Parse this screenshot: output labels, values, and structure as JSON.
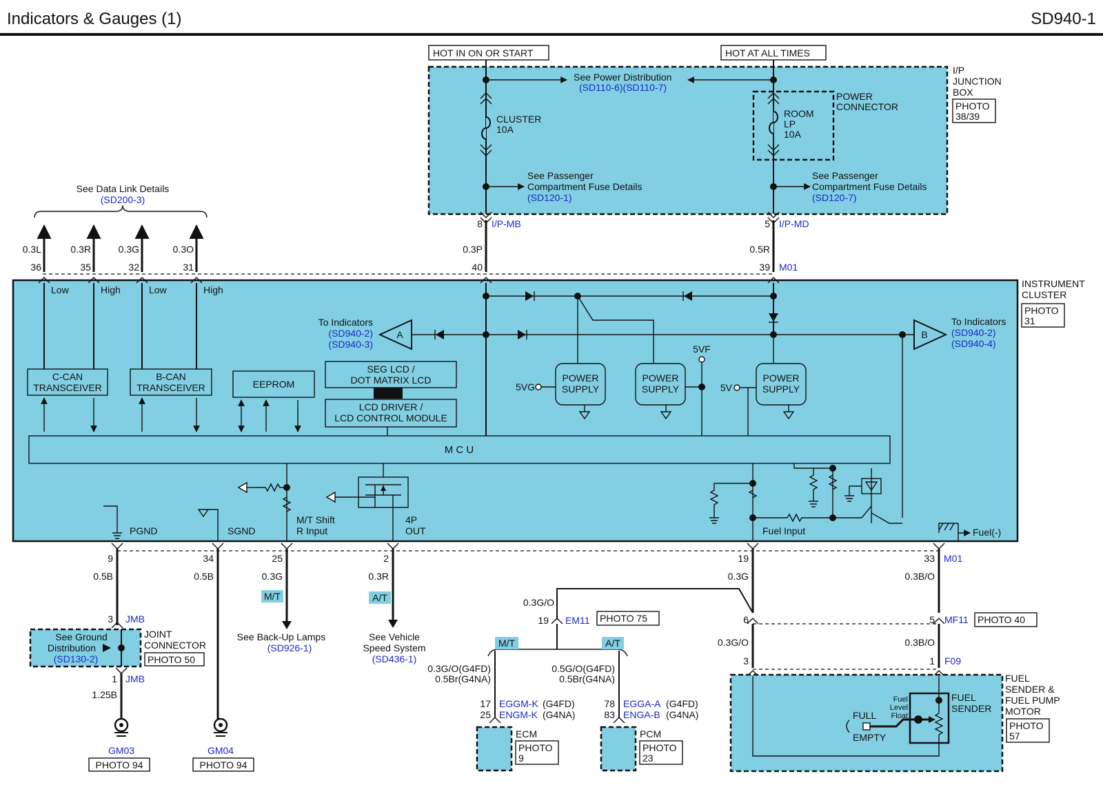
{
  "header": {
    "title": "Indicators & Gauges (1)",
    "code": "SD940-1"
  },
  "top": {
    "hot_on_start": "HOT IN ON OR START",
    "hot_all_times": "HOT AT ALL TIMES",
    "power_dist": "See Power Distribution",
    "power_dist_ref": "(SD110-6)(SD110-7)",
    "ipjb_label": [
      "I/P",
      "JUNCTION",
      "BOX"
    ],
    "ipjb_photo": [
      "PHOTO",
      "38/39"
    ],
    "cluster_fuse": [
      "CLUSTER",
      "10A"
    ],
    "room_fuse": [
      "ROOM",
      "LP",
      "10A"
    ],
    "power_connector": [
      "POWER",
      "CONNECTOR"
    ],
    "pass_fuse_1": [
      "See Passenger",
      "Compartment Fuse Details",
      "(SD120-1)"
    ],
    "pass_fuse_2": [
      "See Passenger",
      "Compartment Fuse Details",
      "(SD120-7)"
    ],
    "pin_8": "8",
    "conn_ipmb": "I/P-MB",
    "pin_5": "5",
    "conn_ipmd": "I/P-MD",
    "wire_03p": "0.3P",
    "wire_05r": "0.5R",
    "pin_40": "40",
    "pin_39": "39",
    "conn_m01": "M01"
  },
  "datalink": {
    "label": "See Data Link Details",
    "ref": "(SD200-3)",
    "wires": [
      "0.3L",
      "0.3R",
      "0.3G",
      "0.3O"
    ],
    "pins": [
      "36",
      "35",
      "32",
      "31"
    ],
    "levels": [
      "Low",
      "High",
      "Low",
      "High"
    ]
  },
  "cluster": {
    "label": [
      "INSTRUMENT",
      "CLUSTER"
    ],
    "photo": [
      "PHOTO",
      "31"
    ],
    "to_ind_a": [
      "To Indicators",
      "(SD940-2)",
      "(SD940-3)"
    ],
    "to_ind_b": [
      "To Indicators",
      "(SD940-2)",
      "(SD940-4)"
    ],
    "conn_a": "A",
    "conn_b": "B",
    "ccan": [
      "C-CAN",
      "TRANSCEIVER"
    ],
    "bcan": [
      "B-CAN",
      "TRANSCEIVER"
    ],
    "eeprom": "EEPROM",
    "seglcd": [
      "SEG LCD /",
      "DOT MATRIX LCD"
    ],
    "lcddrv": [
      "LCD DRIVER /",
      "LCD CONTROL MODULE"
    ],
    "power_supply": [
      "POWER",
      "SUPPLY"
    ],
    "v5vg": "5VG",
    "v5vf": "5VF",
    "v5v": "5V",
    "mcu": "M C U",
    "pgnd": "PGND",
    "sgnd": "SGND",
    "mt_shift": [
      "M/T Shift",
      "R Input"
    ],
    "out4p": [
      "4P",
      "OUT"
    ],
    "fuel_input": "Fuel Input",
    "fuel_neg": "Fuel(-)"
  },
  "bottom": {
    "pins_top": [
      "9",
      "34",
      "25",
      "2",
      "19",
      "33"
    ],
    "wires_top": [
      "0.5B",
      "0.5B",
      "0.3G",
      "0.3R",
      "0.3G",
      "0.3B/O"
    ],
    "tag_mt": "M/T",
    "tag_at": "A/T",
    "backup": [
      "See Back-Up Lamps",
      "(SD926-1)"
    ],
    "vss": [
      "See Vehicle",
      "Speed System",
      "(SD436-1)"
    ],
    "jmb_pin3": "3",
    "jmb_pin1": "1",
    "jmb": "JMB",
    "ground_dist": [
      "See Ground",
      "Distribution",
      "(SD130-2)"
    ],
    "joint": [
      "JOINT",
      "CONNECTOR"
    ],
    "photo_50": "PHOTO 50",
    "wire_125b": "1.25B",
    "gm03": "GM03",
    "gm04": "GM04",
    "photo_94": "PHOTO 94",
    "wire_03go": "0.3G/O",
    "em11_pin": "19",
    "em11": "EM11",
    "photo_75": "PHOTO 75",
    "ecm_wire": [
      "0.3G/O(G4FD)",
      "0.5Br(G4NA)"
    ],
    "pcm_wire": [
      "0.5G/O(G4FD)",
      "0.5Br(G4NA)"
    ],
    "ecm_pins": [
      "17",
      "25"
    ],
    "ecm_conn": [
      "EGGM-K",
      "ENGM-K"
    ],
    "ecm_eng": [
      "(G4FD)",
      "(G4NA)"
    ],
    "pcm_pins": [
      "78",
      "83"
    ],
    "pcm_conn": [
      "EGGA-A",
      "ENGA-B"
    ],
    "pcm_eng": [
      "(G4FD)",
      "(G4NA)"
    ],
    "ecm": "ECM",
    "ecm_photo": [
      "PHOTO",
      "9"
    ],
    "pcm": "PCM",
    "pcm_photo": [
      "PHOTO",
      "23"
    ],
    "pin_6": "6",
    "pin_5": "5",
    "mf11": "MF11",
    "photo_40": "PHOTO 40",
    "wire_03go_b": "0.3G/O",
    "wire_03bo_b": "0.3B/O",
    "pin_3": "3",
    "pin_1": "1",
    "f09": "F09",
    "sender_label": [
      "FUEL",
      "SENDER &",
      "FUEL PUMP",
      "MOTOR"
    ],
    "sender_photo": [
      "PHOTO",
      "57"
    ],
    "fuel_sender": [
      "FUEL",
      "SENDER"
    ],
    "float": [
      "Fuel",
      "Level",
      "Float"
    ],
    "full": "FULL",
    "empty": "EMPTY"
  }
}
